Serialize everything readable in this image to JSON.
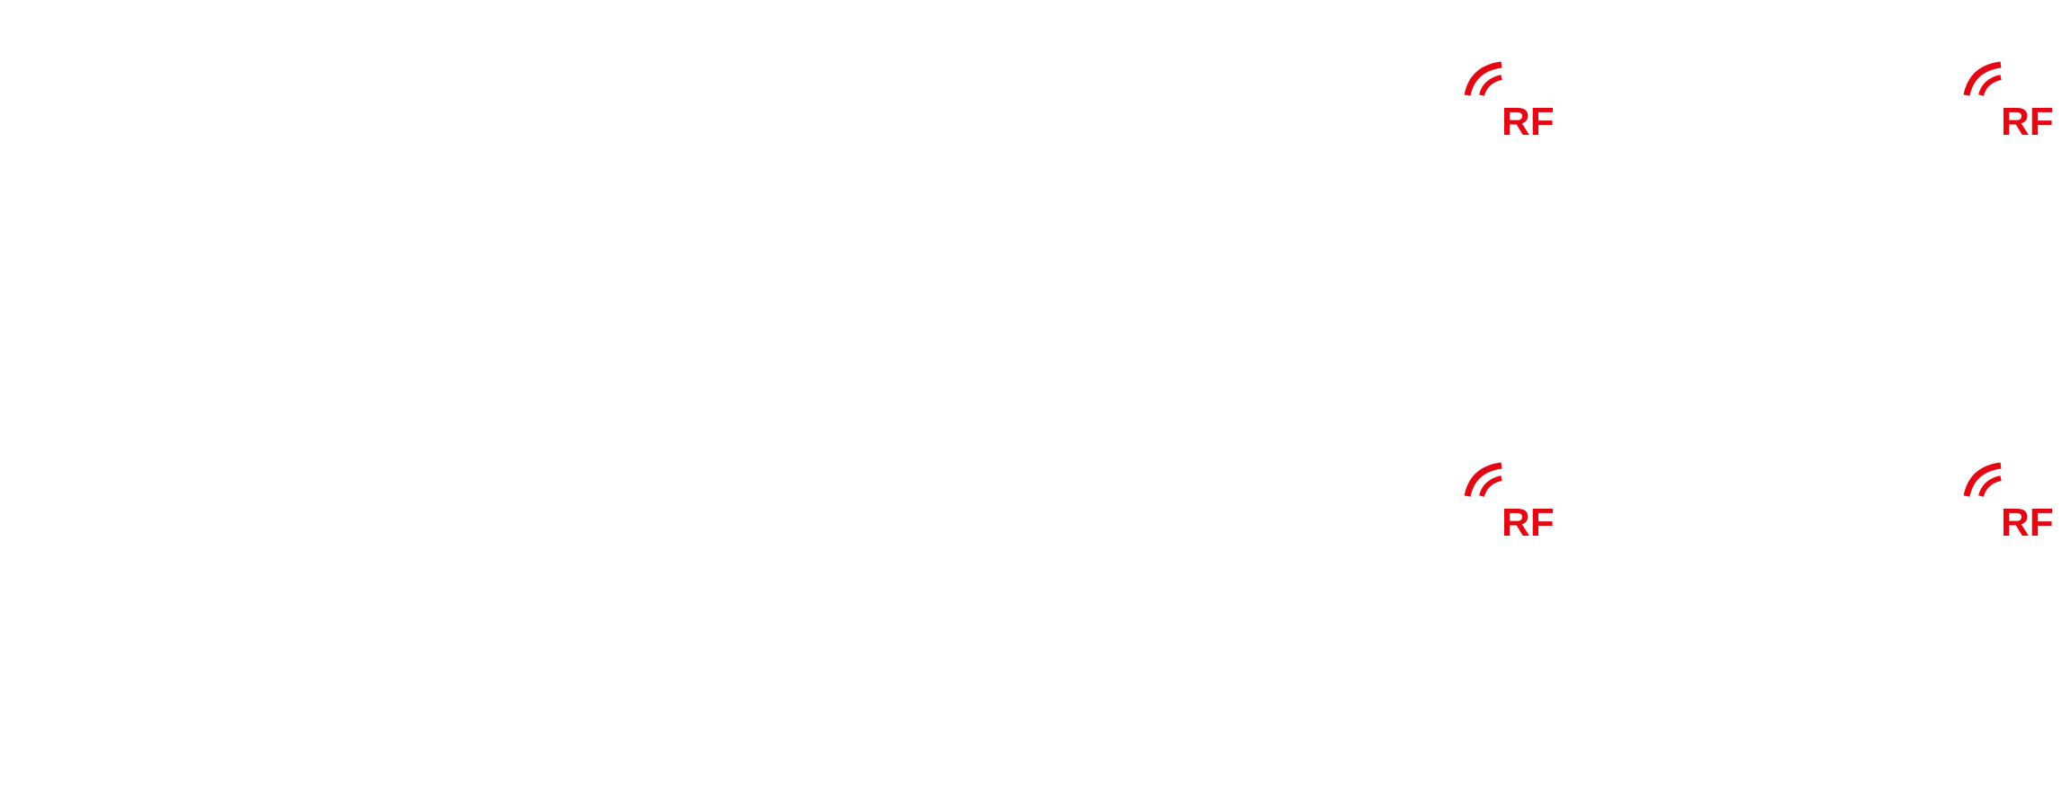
{
  "brand": {
    "color": "#e30613"
  },
  "logos": [
    {
      "label": "RF",
      "icon": "rf-signal-icon"
    },
    {
      "label": "RF",
      "icon": "rf-signal-icon"
    },
    {
      "label": "RF",
      "icon": "rf-signal-icon"
    },
    {
      "label": "RF",
      "icon": "rf-signal-icon"
    }
  ]
}
